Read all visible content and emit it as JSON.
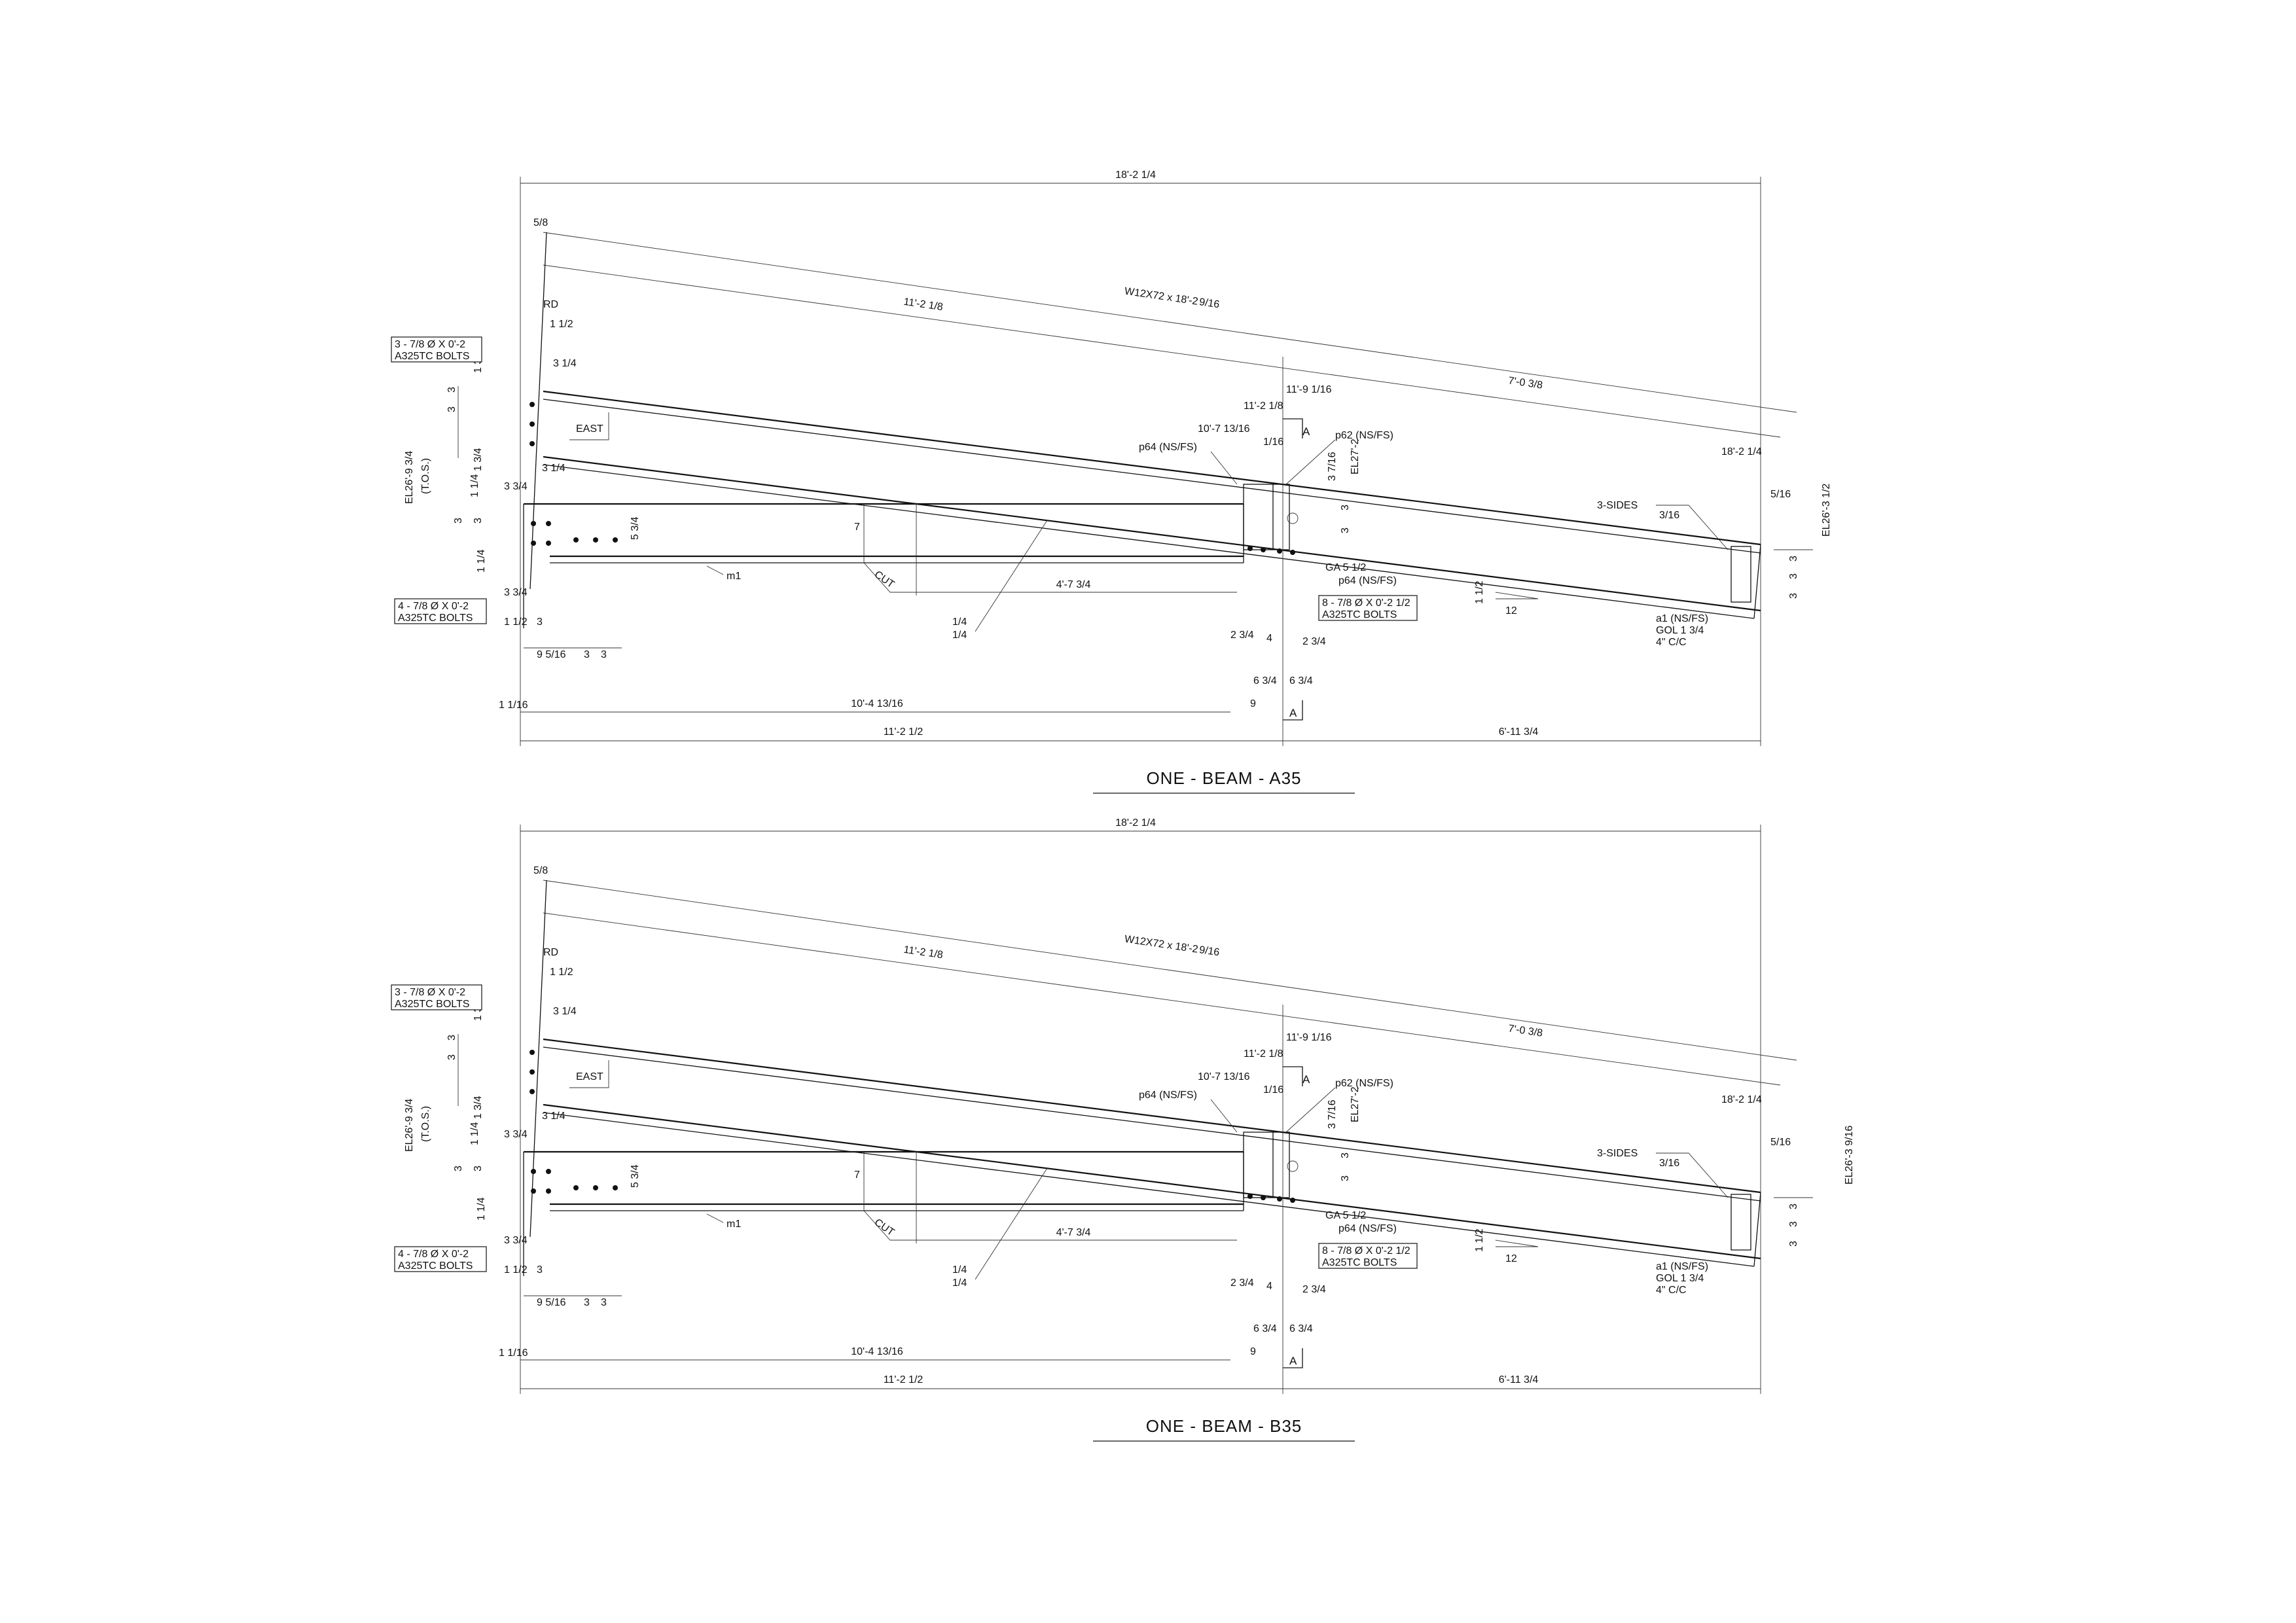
{
  "views": [
    {
      "title": "ONE - BEAM - A35",
      "member": "W12X72 x 18'-2",
      "member_frac": "9/16",
      "overall": "18'-2 1/4",
      "top_left_frac": "5/8",
      "seg_left": "11'-2 1/8",
      "seg_right": "7'-0 3/8",
      "rd": "RD",
      "d_1_1_2": "1 1/2",
      "d_3_1_4_a": "3 1/4",
      "d_3_1_4_b": "3 1/4",
      "d_1_3_4": "1 3/4",
      "d_1_3_4_b": "1 3/4",
      "d_3_3_4": "3 3/4",
      "d_1_1_4": "1 1/4",
      "d_1_1_4_b": "1 1/4",
      "d_3_3_4_b": "3 3/4",
      "d_1_1_2_b": "1 1/2",
      "d_3": "3",
      "d_5_3_4": "5 3/4",
      "d_7": "7",
      "d_9_5_16": "9 5/16",
      "d_1_1_16": "1 1/16",
      "d_10_4": "10'-4 13/16",
      "d_11_2_1_2": "11'-2 1/2",
      "d_6_11": "6'-11 3/4",
      "d_4_7": "4'-7 3/4",
      "d_9": "9",
      "d_6_3_4_a": "6 3/4",
      "d_6_3_4_b": "6 3/4",
      "d_2_3_4_a": "2 3/4",
      "d_2_3_4_b": "2 3/4",
      "d_4": "4",
      "d_10_7": "10'-7 13/16",
      "d_11_2_1_8": "11'-2 1/8",
      "d_11_9": "11'-9 1/16",
      "d_1_16": "1/16",
      "d_3_7_16": "3 7/16",
      "d_18_2_1_4": "18'-2 1/4",
      "d_5_16": "5/16",
      "el_left": "EL26'-9 3/4",
      "tos": "(T.O.S.)",
      "el_mid": "EL27'-2",
      "el_right": "EL26'-3 1/2",
      "bolts_top_a": "3 - 7/8 Ø X 0'-2",
      "bolts_top_b": "A325TC BOLTS",
      "bolts_bot_a": "4 - 7/8 Ø X 0'-2",
      "bolts_bot_b": "A325TC BOLTS",
      "bolts_mid_a": "8 - 7/8 Ø X 0'-2 1/2",
      "bolts_mid_b": "A325TC BOLTS",
      "east": "EAST",
      "m1": "m1",
      "cut": "CUT",
      "weld_frac_a": "1/4",
      "weld_frac_b": "1/4",
      "p64_a": "p64 (NS/FS)",
      "p62": "p62 (NS/FS)",
      "p64_b": "p64 (NS/FS)",
      "ga": "GA 5 1/2",
      "section": "A",
      "three_sides": "3-SIDES",
      "weld_3_16": "3/16",
      "slope_a": "1 1/2",
      "slope_b": "12",
      "a1": "a1 (NS/FS)",
      "gol": "GOL 1 3/4",
      "cc": "4\" C/C"
    },
    {
      "title": "ONE - BEAM - B35",
      "member": "W12X72 x 18'-2",
      "member_frac": "9/16",
      "overall": "18'-2 1/4",
      "top_left_frac": "5/8",
      "seg_left": "11'-2 1/8",
      "seg_right": "7'-0 3/8",
      "rd": "RD",
      "d_1_1_2": "1 1/2",
      "d_3_1_4_a": "3 1/4",
      "d_3_1_4_b": "3 1/4",
      "d_1_3_4": "1 3/4",
      "d_1_3_4_b": "1 3/4",
      "d_3_3_4": "3 3/4",
      "d_1_1_4": "1 1/4",
      "d_1_1_4_b": "1 1/4",
      "d_3_3_4_b": "3 3/4",
      "d_1_1_2_b": "1 1/2",
      "d_3": "3",
      "d_5_3_4": "5 3/4",
      "d_7": "7",
      "d_9_5_16": "9 5/16",
      "d_1_1_16": "1 1/16",
      "d_10_4": "10'-4 13/16",
      "d_11_2_1_2": "11'-2 1/2",
      "d_6_11": "6'-11 3/4",
      "d_4_7": "4'-7 3/4",
      "d_9": "9",
      "d_6_3_4_a": "6 3/4",
      "d_6_3_4_b": "6 3/4",
      "d_2_3_4_a": "2 3/4",
      "d_2_3_4_b": "2 3/4",
      "d_4": "4",
      "d_10_7": "10'-7 13/16",
      "d_11_2_1_8": "11'-2 1/8",
      "d_11_9": "11'-9 1/16",
      "d_1_16": "1/16",
      "d_3_7_16": "3 7/16",
      "d_18_2_1_4": "18'-2 1/4",
      "d_5_16": "5/16",
      "el_left": "EL26'-9 3/4",
      "tos": "(T.O.S.)",
      "el_mid": "EL27'-2",
      "el_right": "EL26'-3 9/16",
      "bolts_top_a": "3 - 7/8 Ø X 0'-2",
      "bolts_top_b": "A325TC BOLTS",
      "bolts_bot_a": "4 - 7/8 Ø X 0'-2",
      "bolts_bot_b": "A325TC BOLTS",
      "bolts_mid_a": "8 - 7/8 Ø X 0'-2 1/2",
      "bolts_mid_b": "A325TC BOLTS",
      "east": "EAST",
      "m1": "m1",
      "cut": "CUT",
      "weld_frac_a": "1/4",
      "weld_frac_b": "1/4",
      "p64_a": "p64 (NS/FS)",
      "p62": "p62 (NS/FS)",
      "p64_b": "p64 (NS/FS)",
      "ga": "GA 5 1/2",
      "section": "A",
      "three_sides": "3-SIDES",
      "weld_3_16": "3/16",
      "slope_a": "1 1/2",
      "slope_b": "12",
      "a1": "a1 (NS/FS)",
      "gol": "GOL 1 3/4",
      "cc": "4\" C/C"
    }
  ]
}
